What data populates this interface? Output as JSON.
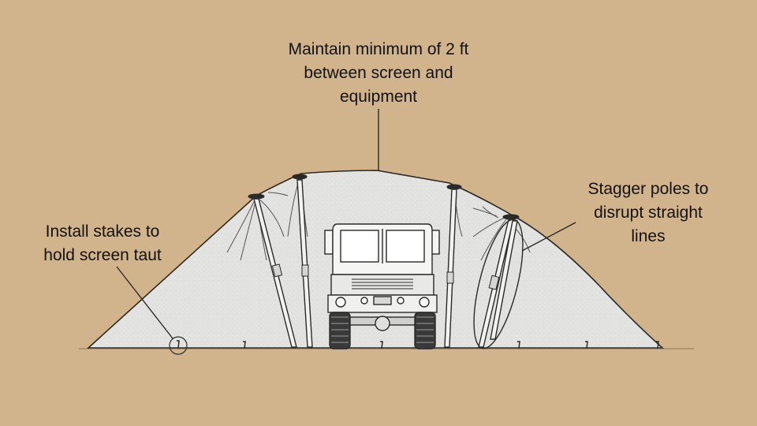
{
  "callouts": {
    "top": "Maintain minimum of 2 ft\nbetween screen and\nequipment",
    "left": "Install stakes to\nhold screen taut",
    "right": "Stagger poles to\ndisrupt straight\nlines"
  },
  "colors": {
    "background": "#d2b48c",
    "screen": "#e3e3e1",
    "outline": "#2a2a2a"
  },
  "icons": {
    "truck": "military-truck-front-view",
    "stake": "ground-stake"
  }
}
